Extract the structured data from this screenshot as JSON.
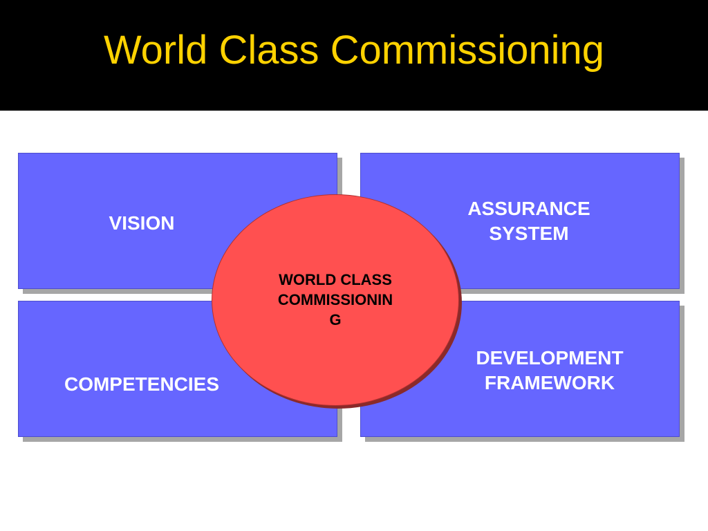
{
  "title": "World Class Commissioning",
  "boxes": {
    "vision": "VISION",
    "assurance": "ASSURANCE\nSYSTEM",
    "competencies": "COMPETENCIES",
    "development": "DEVELOPMENT\nFRAMEWORK"
  },
  "center": "WORLD CLASS\nCOMMISSIONIN\nG",
  "colors": {
    "title_bar": "#000000",
    "title_text": "#ffd200",
    "box_fill": "#6666ff",
    "circle_fill": "#ff5050"
  }
}
